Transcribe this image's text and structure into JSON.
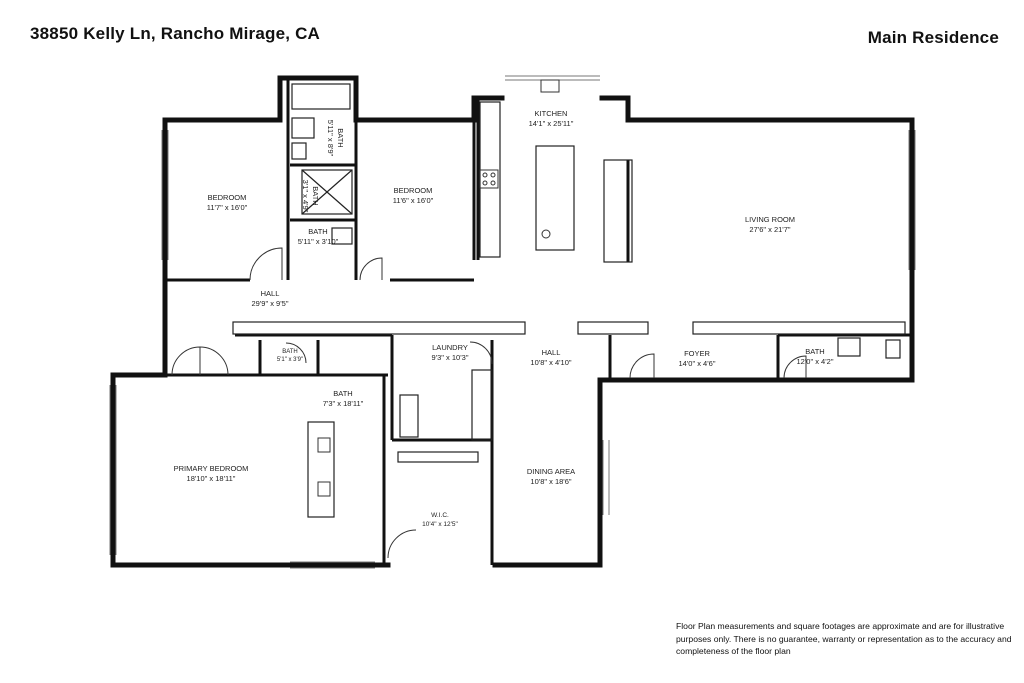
{
  "header": {
    "address": "38850 Kelly Ln, Rancho Mirage, CA",
    "plan_name": "Main Residence"
  },
  "rooms": {
    "kitchen": {
      "name": "KITCHEN",
      "dims": "14'1\" x 25'11\""
    },
    "living_room": {
      "name": "LIVING ROOM",
      "dims": "27'6\" x 21'7\""
    },
    "bedroom_1": {
      "name": "BEDROOM",
      "dims": "11'7\" x 16'0\""
    },
    "bedroom_2": {
      "name": "BEDROOM",
      "dims": "11'6\" x 16'0\""
    },
    "bath_top": {
      "name": "BATH",
      "dims": "5'11\" x 8'9\""
    },
    "bath_shower": {
      "name": "BATH",
      "dims": "3'1\" x 4'9\""
    },
    "bath_small": {
      "name": "BATH",
      "dims": "5'11\" x 3'10\""
    },
    "hall_main": {
      "name": "HALL",
      "dims": "29'9\" x 9'5\""
    },
    "half_bath": {
      "name": "BATH",
      "dims": "5'1\" x 3'9\""
    },
    "primary_bath": {
      "name": "BATH",
      "dims": "7'3\" x 18'11\""
    },
    "laundry": {
      "name": "LAUNDRY",
      "dims": "9'3\" x 10'3\""
    },
    "hall_center": {
      "name": "HALL",
      "dims": "10'8\" x 4'10\""
    },
    "foyer": {
      "name": "FOYER",
      "dims": "14'0\" x 4'6\""
    },
    "bath_foyer": {
      "name": "BATH",
      "dims": "12'0\" x 4'2\""
    },
    "primary_bedroom": {
      "name": "PRIMARY BEDROOM",
      "dims": "18'10\" x 18'11\""
    },
    "wic": {
      "name": "W.I.C.",
      "dims": "10'4\" x 12'5\""
    },
    "dining_area": {
      "name": "DINING AREA",
      "dims": "10'8\" x 18'6\""
    }
  },
  "disclaimer": "Floor Plan measurements and square footages are approximate and are for illustrative purposes only. There is no guarantee, warranty or representation as to the accuracy and completeness of the floor plan"
}
